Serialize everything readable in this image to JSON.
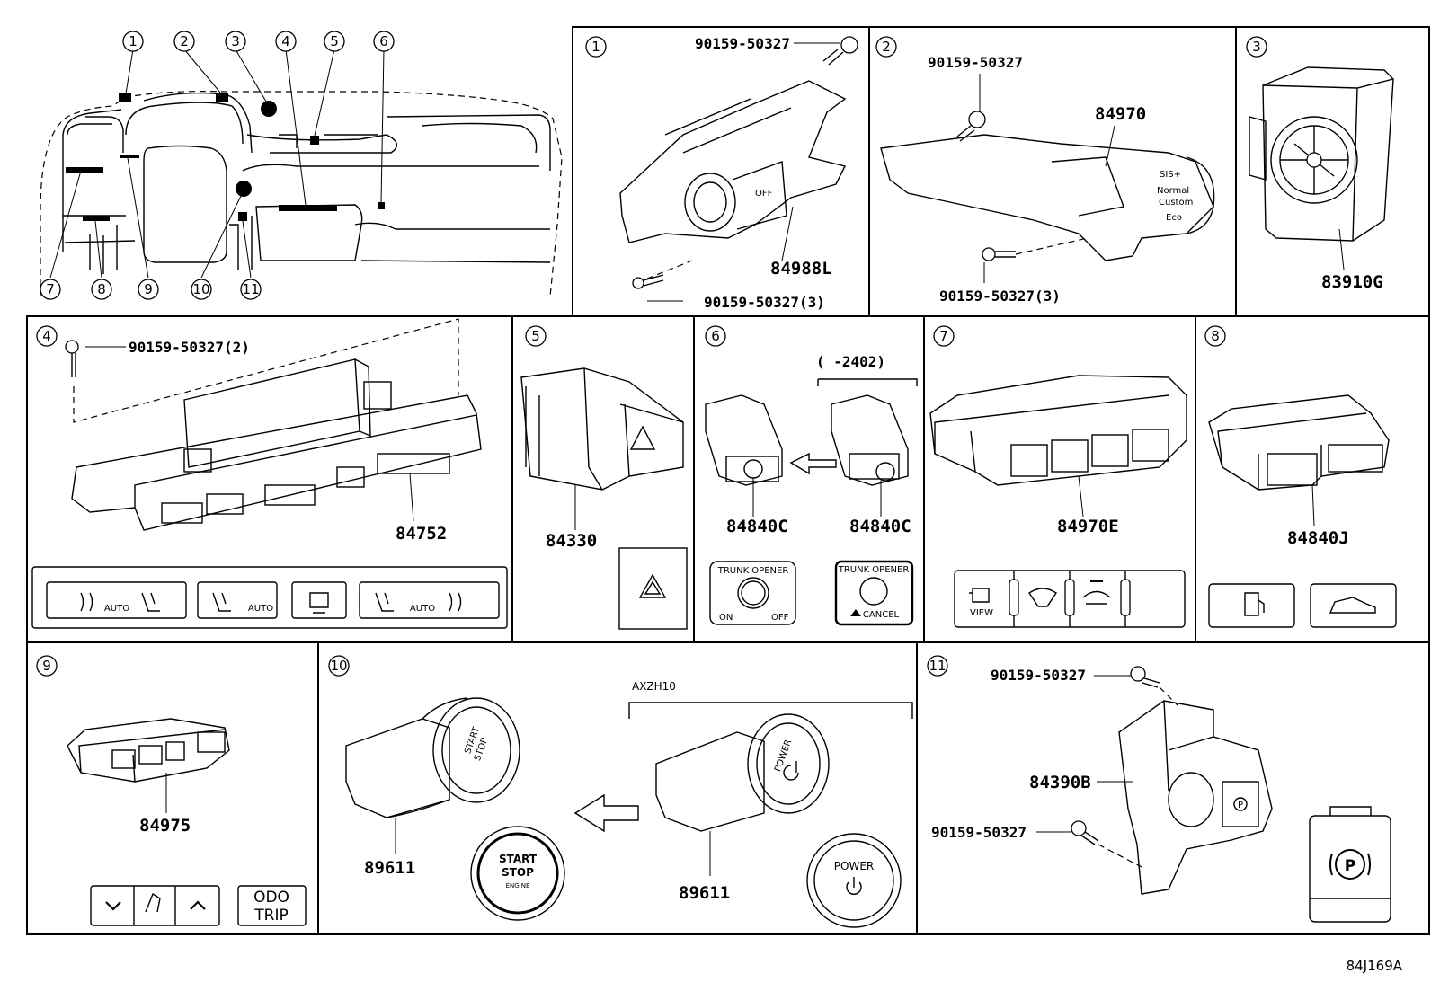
{
  "diagram_code": "84J169A",
  "overview": {
    "callouts": [
      "1",
      "2",
      "3",
      "4",
      "5",
      "6",
      "7",
      "8",
      "9",
      "10",
      "11"
    ]
  },
  "panels": {
    "p1": {
      "index": "1",
      "screw_top": "90159-50327",
      "part": "84988L",
      "screw_bottom": "90159-50327(3)",
      "knob_text": "OFF"
    },
    "p2": {
      "index": "2",
      "screw_top": "90159-50327",
      "part": "84970",
      "screw_bottom": "90159-50327(3)",
      "mode_text": [
        "SIS+",
        "Normal",
        "Custom",
        "Eco"
      ]
    },
    "p3": {
      "index": "3",
      "part": "83910G"
    },
    "p4": {
      "index": "4",
      "screw": "90159-50327(2)",
      "part": "84752",
      "auto": "AUTO"
    },
    "p5": {
      "index": "5",
      "part": "84330"
    },
    "p6": {
      "index": "6",
      "range": "(      -2402)",
      "part_left": "84840C",
      "part_right": "84840C",
      "opener_left": "TRUNK OPENER",
      "on": "ON",
      "off": "OFF",
      "opener_right": "TRUNK OPENER",
      "cancel": "CANCEL"
    },
    "p7": {
      "index": "7",
      "part": "84970E",
      "view": "VIEW"
    },
    "p8": {
      "index": "8",
      "part": "84840J"
    },
    "p9": {
      "index": "9",
      "part": "84975",
      "odo": "ODO",
      "trip": "TRIP"
    },
    "p10": {
      "index": "10",
      "model": "AXZH10",
      "part_left": "89611",
      "part_right": "89611",
      "start": "START",
      "stop": "STOP",
      "engine": "ENGINE",
      "power": "POWER"
    },
    "p11": {
      "index": "11",
      "screw_top": "90159-50327",
      "part": "84390B",
      "screw_bottom": "90159-50327",
      "p_symbol": "P"
    }
  }
}
